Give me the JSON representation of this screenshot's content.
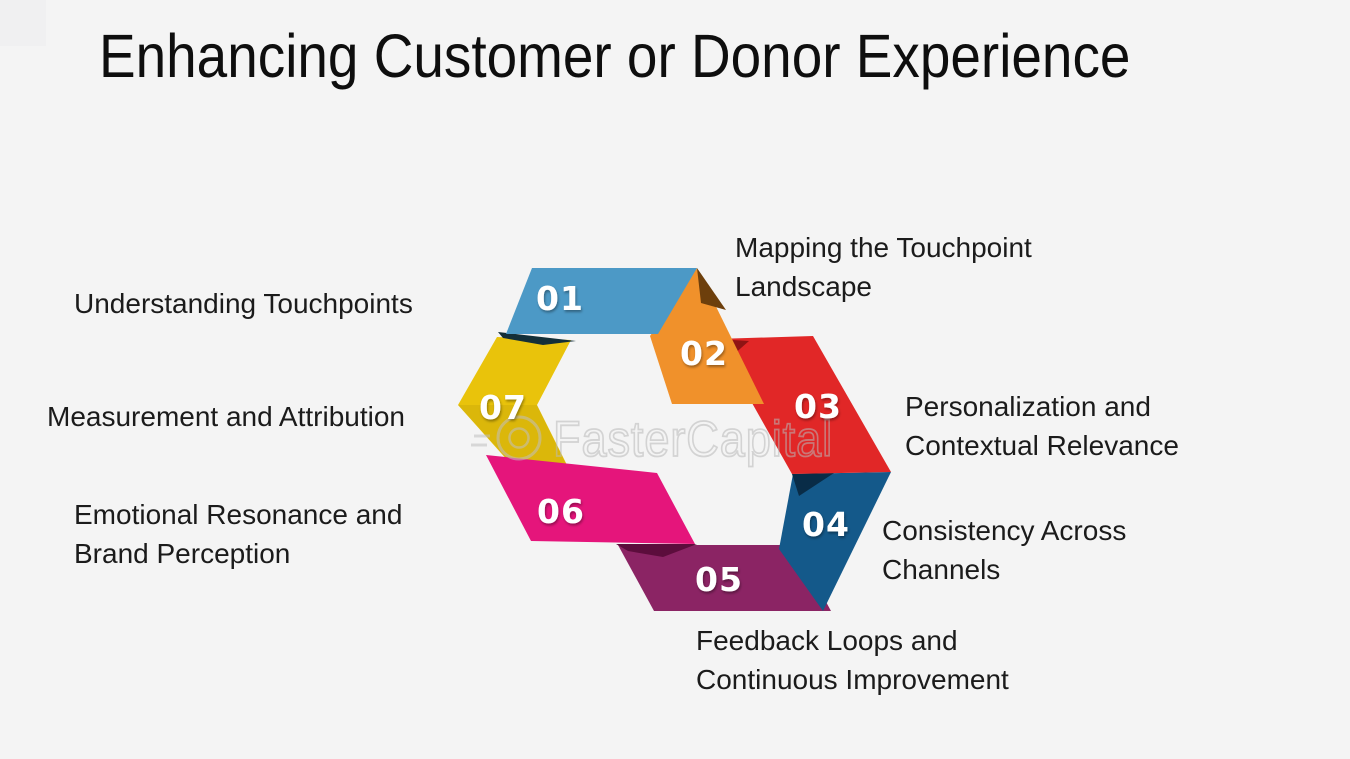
{
  "page": {
    "background": "#f4f4f4",
    "title": "Enhancing Customer or Donor Experience"
  },
  "watermark": {
    "brand": "FasterCapital"
  },
  "diagram": {
    "type": "cycle-ribbon-hexagon",
    "steps": [
      {
        "num": "01",
        "color": "#4c99c6",
        "label_lines": [
          "Understanding Touchpoints"
        ]
      },
      {
        "num": "02",
        "color": "#f0912b",
        "label_lines": [
          "Mapping the Touchpoint",
          "Landscape"
        ]
      },
      {
        "num": "03",
        "color": "#e12727",
        "label_lines": [
          "Personalization and",
          "Contextual Relevance"
        ]
      },
      {
        "num": "04",
        "color": "#14598a",
        "label_lines": [
          "Consistency Across",
          "Channels"
        ]
      },
      {
        "num": "05",
        "color": "#8b2464",
        "label_lines": [
          "Feedback Loops and",
          "Continuous Improvement"
        ]
      },
      {
        "num": "06",
        "color": "#e5157b",
        "label_lines": [
          "Emotional Resonance and",
          "Brand Perception"
        ]
      },
      {
        "num": "07",
        "color": "#e9c30b",
        "label_lines": [
          "Measurement and Attribution"
        ]
      }
    ]
  }
}
